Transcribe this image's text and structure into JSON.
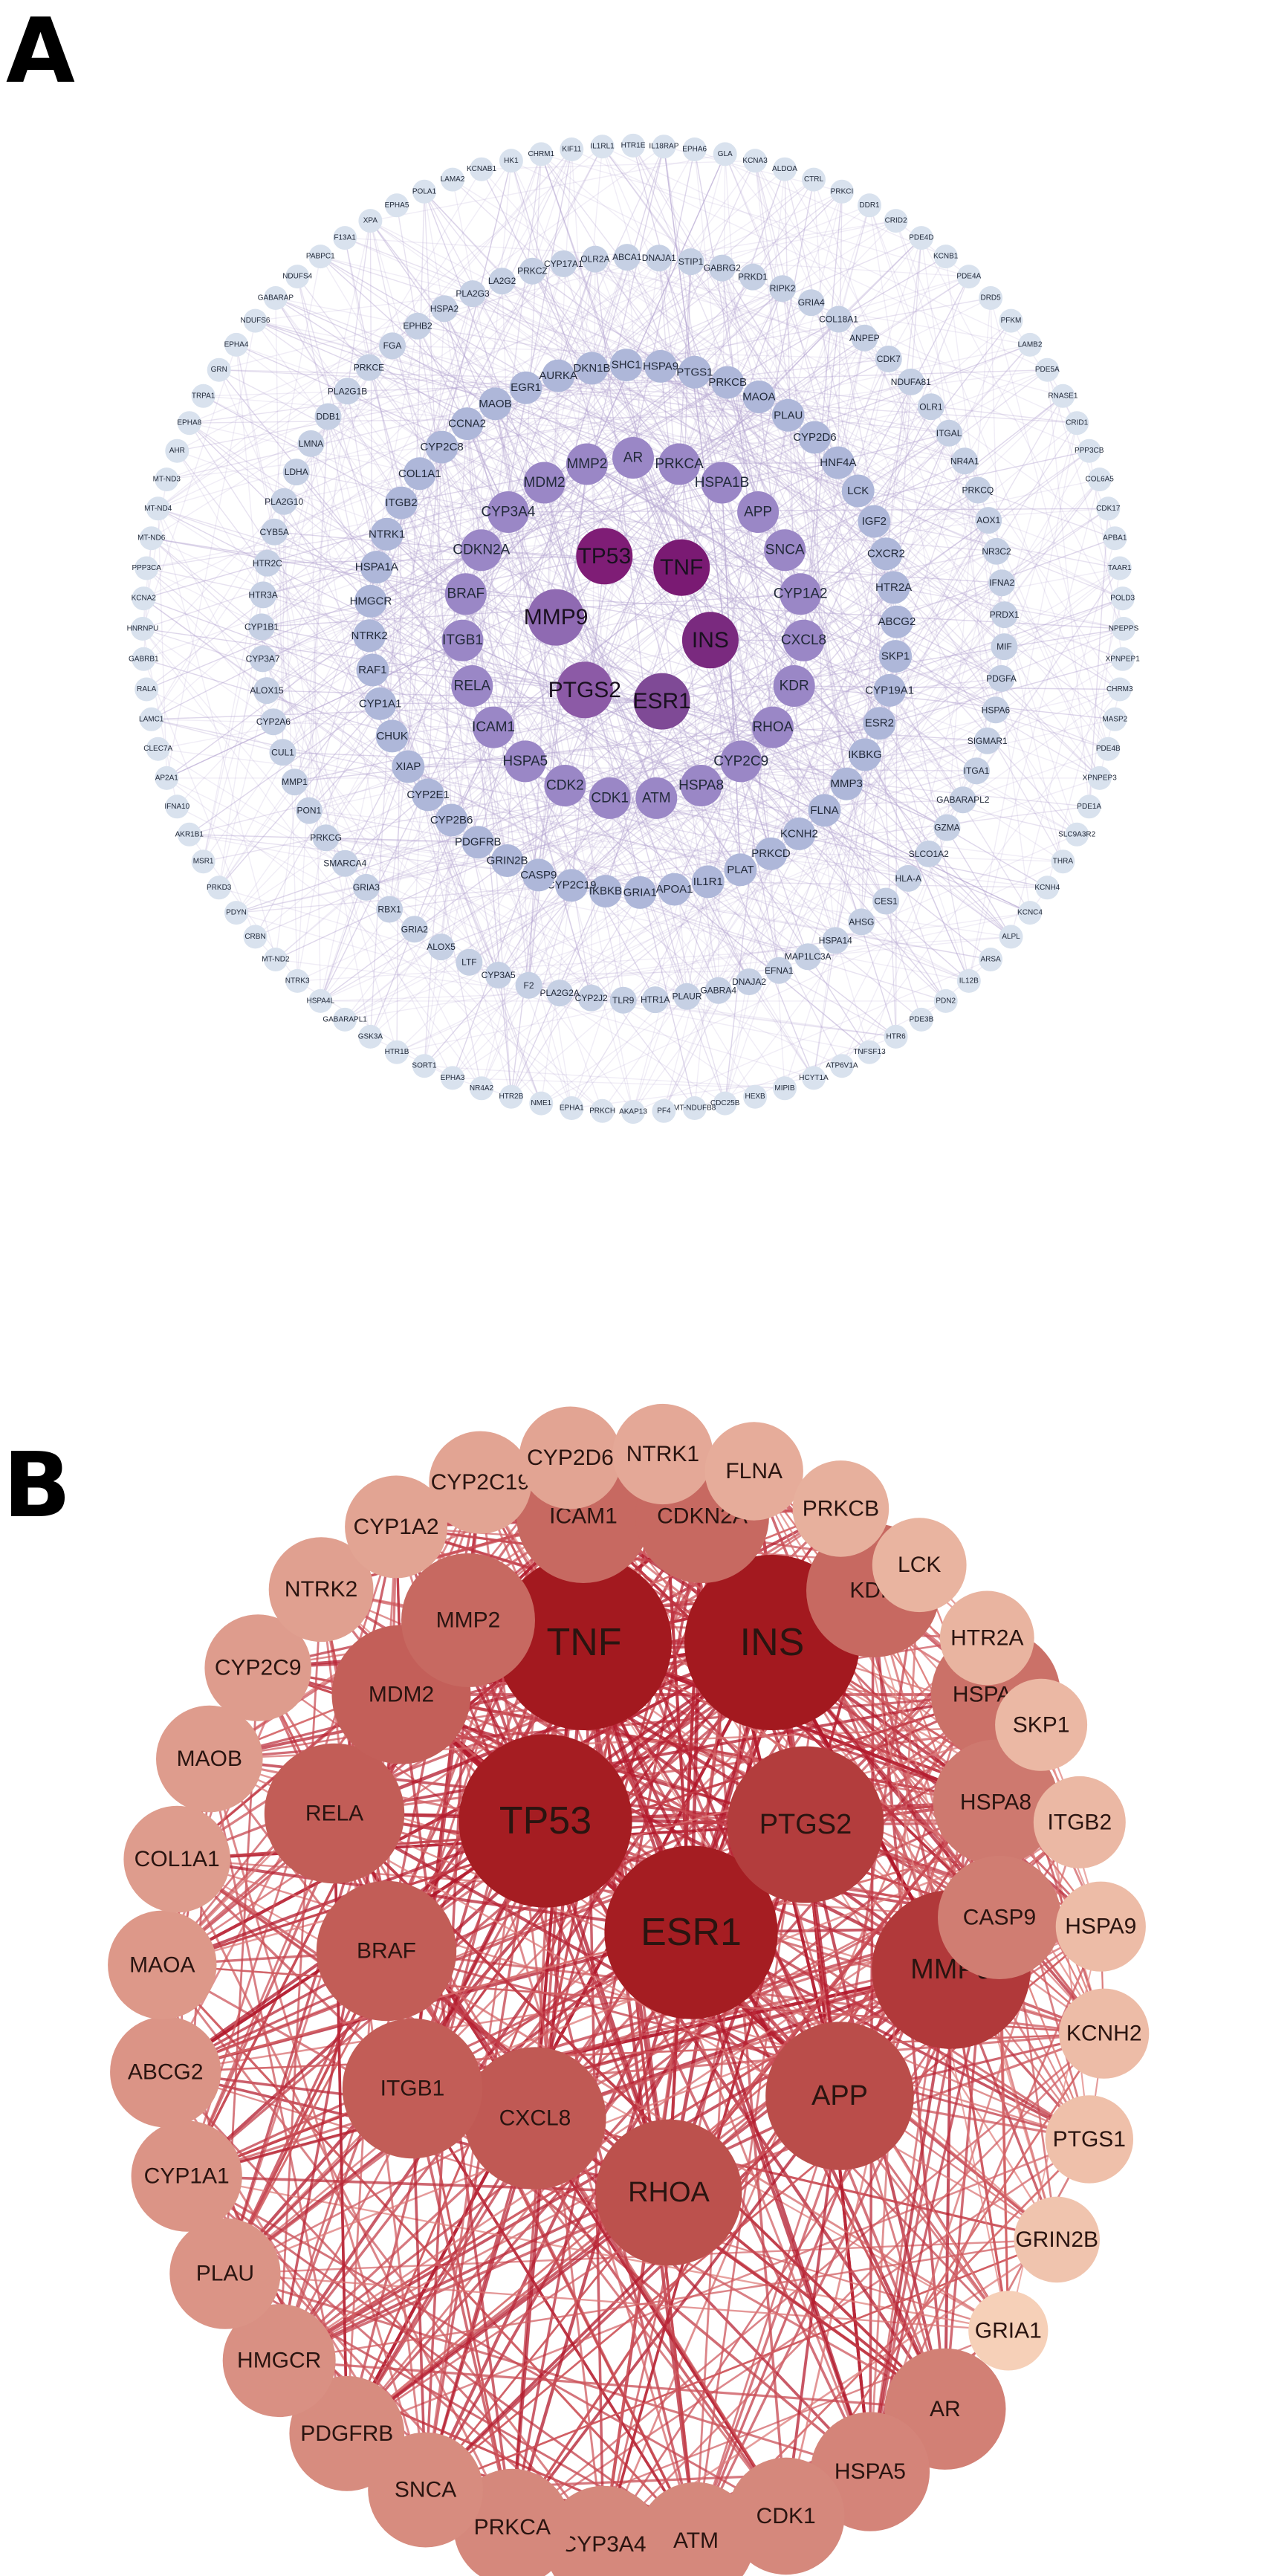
{
  "panel_a": {
    "label": "A",
    "rings": [
      [
        "TP53",
        "TNF",
        "INS",
        "ESR1",
        "PTGS2",
        "MMP9"
      ],
      [
        "AR",
        "PRKCA",
        "HSPA1B",
        "APP",
        "SNCA",
        "CYP1A2",
        "CXCL8",
        "KDR",
        "RHOA",
        "CYP2C9",
        "HSPA8",
        "ATM",
        "CDK1",
        "CDK2",
        "HSPA5",
        "ICAM1",
        "RELA",
        "ITGB1",
        "BRAF",
        "CDKN2A",
        "CYP3A4",
        "MDM2",
        "MMP2"
      ],
      [
        "DKN1B",
        "SHC1",
        "HSPA9",
        "PTGS1",
        "PRKCB",
        "MAOA",
        "PLAU",
        "CYP2D6",
        "HNF4A",
        "LCK",
        "IGF2",
        "CXCR2",
        "HTR2A",
        "ABCG2",
        "SKP1",
        "CYP19A1",
        "ESR2",
        "IKBKG",
        "MMP3",
        "FLNA",
        "KCNH2",
        "PRKCD",
        "PLAT",
        "IL1R1",
        "APOA1",
        "GRIA1",
        "IKBKB",
        "CYP2C19",
        "CASP9",
        "GRIN2B",
        "PDGFRB",
        "CYP2B6",
        "CYP2E1",
        "XIAP",
        "CHUK",
        "CYP1A1",
        "RAF1",
        "NTRK2",
        "HMGCR",
        "HSPA1A",
        "NTRK1",
        "ITGB2",
        "COL1A1",
        "CYP2C8",
        "CCNA2",
        "MAOB",
        "EGR1",
        "AURKA"
      ],
      [
        "CYP17A1",
        "OLR2A",
        "ABCA1",
        "DNAJA1",
        "STIP1",
        "GABRG2",
        "PRKD1",
        "RIPK2",
        "GRIA4",
        "COL18A1",
        "ANPEP",
        "CDK7",
        "NDUFA81",
        "OLR1",
        "ITGAL",
        "NR4A1",
        "PRKCQ",
        "AOX1",
        "NR3C2",
        "IFNA2",
        "PRDX1",
        "MIF",
        "PDGFA",
        "HSPA6",
        "SIGMAR1",
        "ITGA1",
        "GABARAPL2",
        "GZMA",
        "SLCO1A2",
        "HLA-A",
        "CES1",
        "AHSG",
        "HSPA14",
        "MAP1LC3A",
        "EFNA1",
        "DNAJA2",
        "GABRA4",
        "PLAUR",
        "HTR1A",
        "TLR9",
        "CYP2J2",
        "PLA2G2A",
        "F2",
        "CYP3A5",
        "LTF",
        "ALOX5",
        "GRIA2",
        "RBX1",
        "GRIA3",
        "SMARCA4",
        "PRKCG",
        "PON1",
        "MMP1",
        "CUL1",
        "CYP2A6",
        "ALOX15",
        "CYP3A7",
        "CYP1B1",
        "HTR3A",
        "HTR2C",
        "CYB5A",
        "PLA2G10",
        "LDHA",
        "LMNA",
        "DDB1",
        "PLA2G1B",
        "PRKCE",
        "FGA",
        "EPHB2",
        "HSPA2",
        "PLA2G3",
        "LA2G2",
        "PRKCZ"
      ],
      [
        "KIF11",
        "IL1RL1",
        "HTR1E",
        "IL18RAP",
        "EPHA6",
        "GLA",
        "KCNA3",
        "ALDOA",
        "CTRL",
        "PRKCI",
        "DDR1",
        "CRID2",
        "PDE4D",
        "KCNB1",
        "PDE4A",
        "DRD5",
        "PFKM",
        "LAMB2",
        "PDE5A",
        "RNASE1",
        "CRID1",
        "PPP3CB",
        "COL6A5",
        "CDK17",
        "APBA1",
        "TAAR1",
        "POLD3",
        "NPEPPS",
        "XPNPEP1",
        "CHRM3",
        "MASP2",
        "PDE4B",
        "XPNPEP3",
        "PDE1A",
        "SLC9A3R2",
        "THRA",
        "KCNH4",
        "KCNC4",
        "ALPL",
        "ARSA",
        "IL12B",
        "PDN2",
        "PDE3B",
        "HTR6",
        "TNFSF13",
        "ATP6V1A",
        "HCYT1A",
        "MIPIB",
        "HEXB",
        "CDC25B",
        "MT-NDUFB8",
        "PF4",
        "AKAP13",
        "PRKCH",
        "EPHA1",
        "NME1",
        "HTR2B",
        "NR4A2",
        "EPHA3",
        "SORT1",
        "HTR1B",
        "GSK3A",
        "GABARAPL1",
        "HSPA4L",
        "NTRK3",
        "MT-ND2",
        "CRBN",
        "PDYN",
        "PRKD3",
        "MSR1",
        "AKR1B1",
        "IFNA10",
        "AP2A1",
        "CLEC7A",
        "LAMC1",
        "RALA",
        "GABRB1",
        "HNRNPU",
        "KCNA2",
        "PPP3CA",
        "MT-ND6",
        "MT-ND4",
        "MT-ND3",
        "AHR",
        "EPHA8",
        "TRPA1",
        "GRN",
        "EPHA4",
        "NDUFS6",
        "GABARAP",
        "NDUFS4",
        "PABPC1",
        "F13A1",
        "XPA",
        "EPHA5",
        "POLA1",
        "LAMA2",
        "KCNAB1",
        "HK1",
        "CHRM1"
      ]
    ]
  },
  "panel_b": {
    "label": "B",
    "nodes": [
      {
        "name": "TNF",
        "level": 1.0
      },
      {
        "name": "INS",
        "level": 1.0
      },
      {
        "name": "TP53",
        "level": 0.98
      },
      {
        "name": "ESR1",
        "level": 0.98
      },
      {
        "name": "PTGS2",
        "level": 0.82
      },
      {
        "name": "MMP9",
        "level": 0.84
      },
      {
        "name": "APP",
        "level": 0.74
      },
      {
        "name": "RHOA",
        "level": 0.72
      },
      {
        "name": "CXCL8",
        "level": 0.68
      },
      {
        "name": "ITGB1",
        "level": 0.66
      },
      {
        "name": "BRAF",
        "level": 0.66
      },
      {
        "name": "RELA",
        "level": 0.66
      },
      {
        "name": "MDM2",
        "level": 0.65
      },
      {
        "name": "MMP2",
        "level": 0.6
      },
      {
        "name": "ICAM1",
        "level": 0.6
      },
      {
        "name": "CDKN2A",
        "level": 0.6
      },
      {
        "name": "KDR",
        "level": 0.6
      },
      {
        "name": "HSPA1B",
        "level": 0.56
      },
      {
        "name": "HSPA8",
        "level": 0.52
      },
      {
        "name": "CASP9",
        "level": 0.5
      },
      {
        "name": "AR",
        "level": 0.48
      },
      {
        "name": "HSPA5",
        "level": 0.46
      },
      {
        "name": "CDK1",
        "level": 0.44
      },
      {
        "name": "ATM",
        "level": 0.44
      },
      {
        "name": "CYP3A4",
        "level": 0.44
      },
      {
        "name": "PRKCA",
        "level": 0.44
      },
      {
        "name": "SNCA",
        "level": 0.42
      },
      {
        "name": "PDGFRB",
        "level": 0.42
      },
      {
        "name": "HMGCR",
        "level": 0.4
      },
      {
        "name": "PLAU",
        "level": 0.38
      },
      {
        "name": "CYP1A1",
        "level": 0.38
      },
      {
        "name": "ABCG2",
        "level": 0.38
      },
      {
        "name": "MAOA",
        "level": 0.36
      },
      {
        "name": "COL1A1",
        "level": 0.34
      },
      {
        "name": "MAOB",
        "level": 0.34
      },
      {
        "name": "CYP2C9",
        "level": 0.34
      },
      {
        "name": "NTRK2",
        "level": 0.32
      },
      {
        "name": "CYP1A2",
        "level": 0.3
      },
      {
        "name": "CYP2C19",
        "level": 0.3
      },
      {
        "name": "CYP2D6",
        "level": 0.3
      },
      {
        "name": "NTRK1",
        "level": 0.28
      },
      {
        "name": "FLNA",
        "level": 0.26
      },
      {
        "name": "PRKCB",
        "level": 0.24
      },
      {
        "name": "LCK",
        "level": 0.22
      },
      {
        "name": "HTR2A",
        "level": 0.22
      },
      {
        "name": "SKP1",
        "level": 0.2
      },
      {
        "name": "ITGB2",
        "level": 0.2
      },
      {
        "name": "HSPA9",
        "level": 0.18
      },
      {
        "name": "KCNH2",
        "level": 0.18
      },
      {
        "name": "PTGS1",
        "level": 0.16
      },
      {
        "name": "GRIN2B",
        "level": 0.14
      },
      {
        "name": "GRIA1",
        "level": 0.08
      }
    ]
  },
  "colors": {
    "a_ring_purple": [
      "#7a1d73",
      "#9a87c6",
      "#aeb7d9",
      "#c6d0e4",
      "#d9e2ee"
    ],
    "a_edge": "#b3a4d0",
    "b_low": "#fde0c5",
    "b_high": "#a3191f",
    "b_edge_light": "#f7b8aa",
    "b_edge_dark": "#b2182b"
  }
}
